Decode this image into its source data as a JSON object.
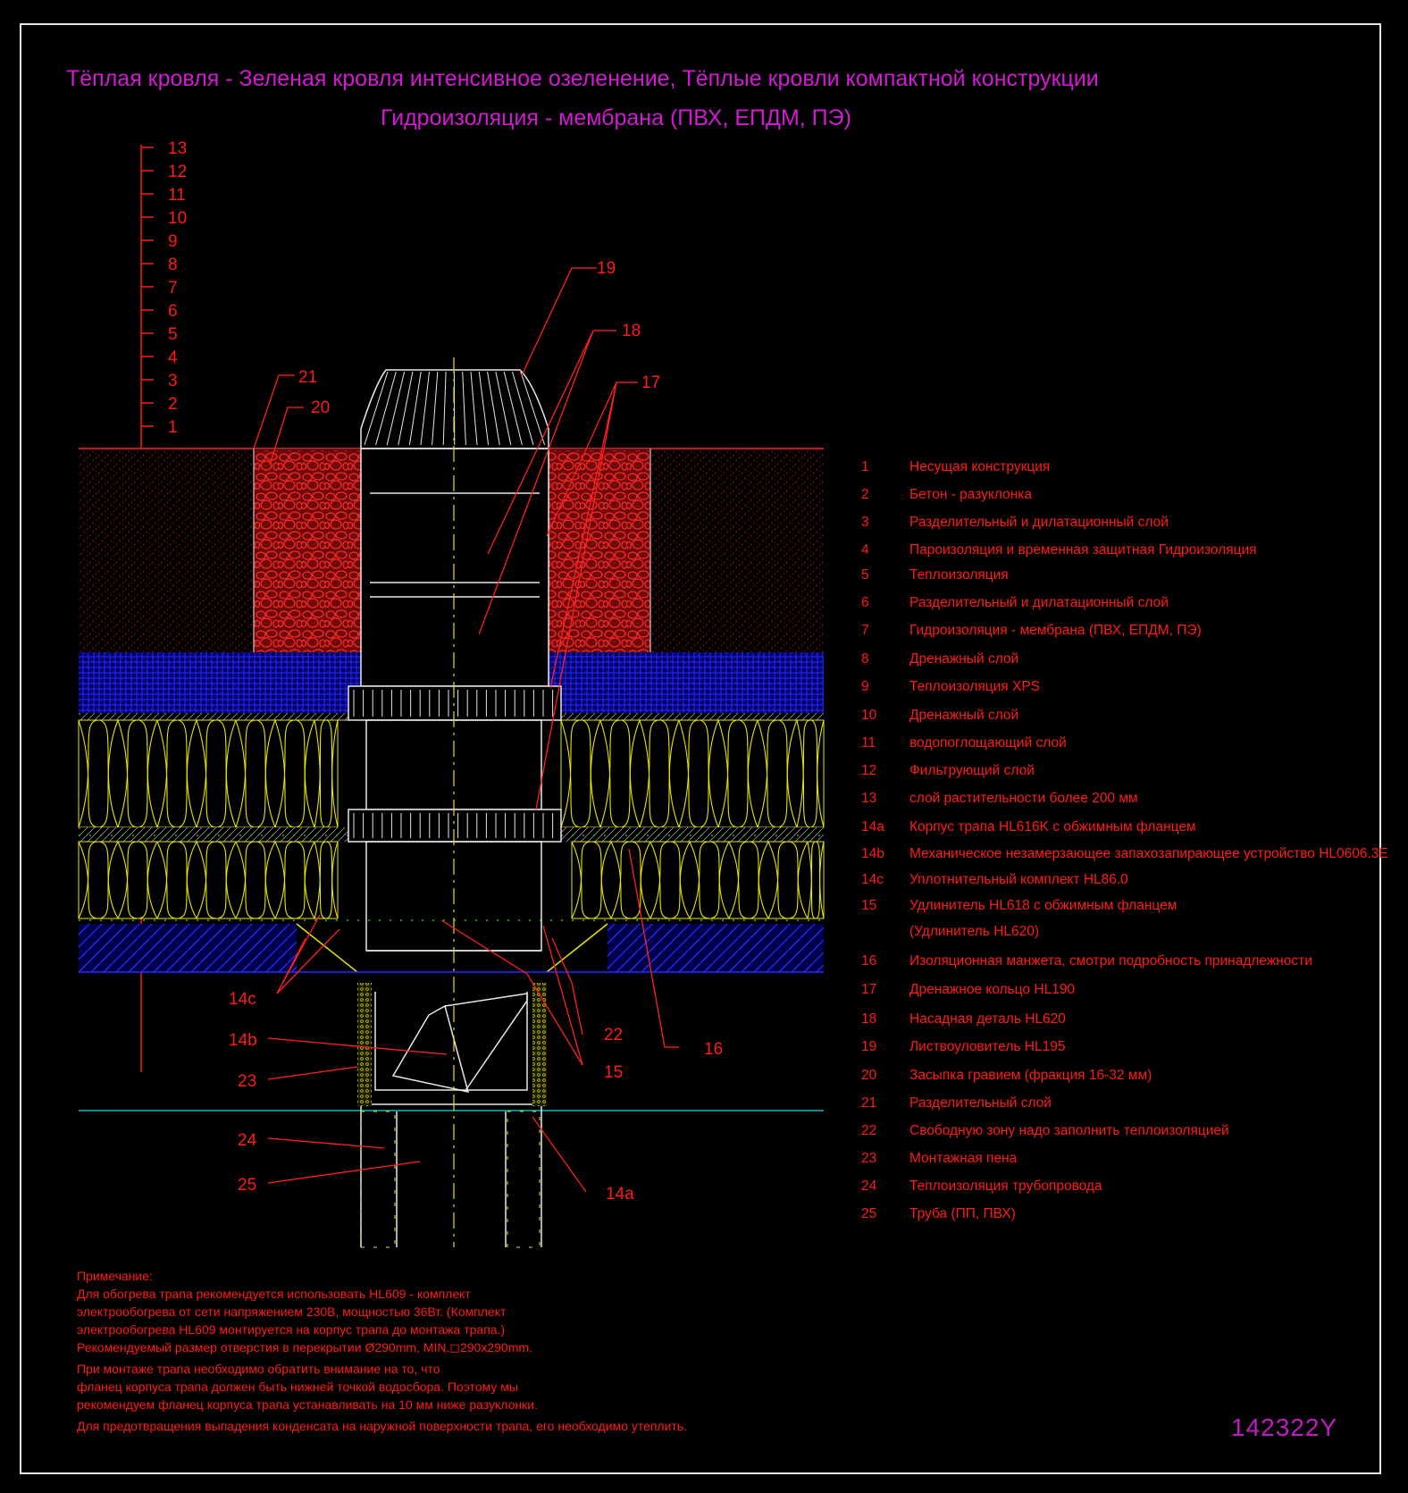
{
  "titles": {
    "line1": "Тёплая кровля - Зеленая кровля интенсивное озеленение, Тёплые кровли компактной конструкции",
    "line2": "Гидроизоляция - мембрана (ПВХ, ЕПДМ, ПЭ)"
  },
  "layer_scale": [
    "13",
    "12",
    "11",
    "10",
    "9",
    "8",
    "7",
    "6",
    "5",
    "4",
    "3",
    "2",
    "1"
  ],
  "callouts": [
    "21",
    "20",
    "19",
    "18",
    "17",
    "14c",
    "14b",
    "23",
    "24",
    "25",
    "22",
    "15",
    "16",
    "14a"
  ],
  "legend": [
    {
      "num": "1",
      "text": "Несущая конструкция"
    },
    {
      "num": "2",
      "text": "Бетон - разуклонка"
    },
    {
      "num": "3",
      "text": "Разделительный и дилатационный слой"
    },
    {
      "num": "4",
      "text": "Пароизоляция и временная защитная Гидроизоляция"
    },
    {
      "num": "5",
      "text": "Теплоизоляция"
    },
    {
      "num": "6",
      "text": "Разделительный и дилатационный слой"
    },
    {
      "num": "7",
      "text": "Гидроизоляция - мембрана (ПВХ, ЕПДМ, ПЭ)"
    },
    {
      "num": "8",
      "text": "Дренажный слой"
    },
    {
      "num": "9",
      "text": "Теплоизоляция XPS"
    },
    {
      "num": "10",
      "text": "Дренажный слой"
    },
    {
      "num": "11",
      "text": "водопоглощающий слой"
    },
    {
      "num": "12",
      "text": "Фильтрующий слой"
    },
    {
      "num": "13",
      "text": "слой растительности более 200 мм"
    },
    {
      "num": "14a",
      "text": "Корпус трапа HL616K с обжимным фланцем"
    },
    {
      "num": "14b",
      "text": "Механическое незамерзающее запахозапирающее устройство HL0606.3E"
    },
    {
      "num": "14c",
      "text": "Уплотнительный комплект HL86.0"
    },
    {
      "num": "15",
      "text": "Удлинитель HL618 с обжимным фланцем"
    },
    {
      "num": "",
      "text": "(Удлинитель HL620)"
    },
    {
      "num": "16",
      "text": "Изоляционная  манжета, смотри подробность принадлежности"
    },
    {
      "num": "17",
      "text": "Дренажное кольцо HL190"
    },
    {
      "num": "18",
      "text": "Насадная деталь HL620"
    },
    {
      "num": "19",
      "text": "Листвоуловитель HL195"
    },
    {
      "num": "20",
      "text": "Засыпка гравием (фракция 16-32 мм)"
    },
    {
      "num": "21",
      "text": "Разделительный слой"
    },
    {
      "num": "22",
      "text": "Свободную зону надо заполнить теплоизоляцией"
    },
    {
      "num": "23",
      "text": "Монтажная пена"
    },
    {
      "num": "24",
      "text": "Теплоизоляция трубопровода"
    },
    {
      "num": "25",
      "text": "Труба (ПП, ПВХ)"
    }
  ],
  "notes": {
    "heading": "Примечание:",
    "para1": [
      "Для обогрева трапа рекомендуется использовать HL609 - комплект",
      "электрообогрева от сети напряжением 230В, мощностью 36Вт. (Комплект",
      "электрообогрева HL609 монтируется на корпус трапа до монтажа трапа.)",
      "Рекомендуемый размер отверстия в перекрытии Ø290mm, MIN.◻290x290mm."
    ],
    "para2": [
      "При монтаже трапа необходимо обратить внимание на то, что",
      "фланец корпуса трапа должен быть нижней точкой водосбора. Поэтому мы",
      "рекомендуем фланец корпуса трапа устанавливать на 10 мм ниже разуклонки."
    ],
    "para3": "Для предотвращения выпадения конденсата на наружной поверхности трапа, его необходимо утеплить."
  },
  "drawing_code": "142322Y",
  "colors": {
    "background": "#000000",
    "title": "#d21ad2",
    "text": "#ff1a1a",
    "frame": "#e6e6e6",
    "soil": "#c81414",
    "drainage": "#1a1acc",
    "insulation": "#e6e600",
    "pipe": "#e8e8e8",
    "dots": "#16c816",
    "leader": "#ff2020"
  }
}
